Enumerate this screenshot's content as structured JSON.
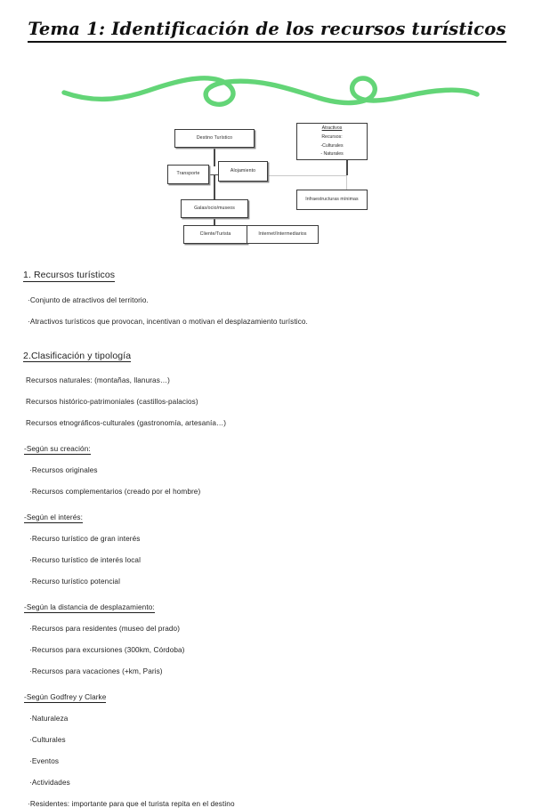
{
  "document": {
    "title": "Tema 1: Identificación de los recursos turísticos",
    "accent_green": "#63D577",
    "box_border": "#3a3a3a",
    "text_color": "#1f1f1f"
  },
  "ornament": {
    "name": "green-swirl-divider",
    "color": "#63D577"
  },
  "diagram": {
    "name": "tourism-destination-diagram",
    "boxes": [
      {
        "id": "destino",
        "label": "Destino Turístico"
      },
      {
        "id": "transporte",
        "label": "Transporte"
      },
      {
        "id": "alojamiento",
        "label": "Alojamiento"
      },
      {
        "id": "galas",
        "label": "Galas/ocio/museos"
      },
      {
        "id": "cliente",
        "label": "Cliente/Turista"
      },
      {
        "id": "internet",
        "label": "Internet/Intermediarios"
      },
      {
        "id": "infra",
        "label": "Infraestructuras mínimas"
      }
    ],
    "atractivos_box": {
      "heading": "Atractivos",
      "lines": [
        "Recursos:",
        "-Culturales",
        "- Naturales"
      ]
    }
  },
  "sections": [
    {
      "heading": "1. Recursos turísticos",
      "lines": [
        "·Conjunto de atractivos del territorio.",
        "·Atractivos turísticos que provocan, incentivan o motivan el desplazamiento turístico."
      ]
    },
    {
      "heading": "2.Clasificación y tipología",
      "lines": [
        "Recursos naturales: (montañas, llanuras…)",
        "Recursos histórico-patrimoniales (castillos-palacios)",
        "Recursos etnográficos-culturales (gastronomía, artesanía…)"
      ],
      "subsections": [
        {
          "heading": "-Según su creación:",
          "items": [
            "·Recursos originales",
            "·Recursos complementarios (creado por el hombre)"
          ]
        },
        {
          "heading": "-Según el interés:",
          "items": [
            "·Recurso turístico de gran interés",
            "·Recurso turístico de interés local",
            "·Recurso turístico potencial"
          ]
        },
        {
          "heading": "-Según la distancia de desplazamiento:",
          "items": [
            "·Recursos para residentes (museo del prado)",
            "·Recursos para excursiones (300km, Córdoba)",
            "·Recursos para vacaciones (+km, Paris)"
          ]
        },
        {
          "heading": "-Según Godfrey y Clarke",
          "items": [
            "·Naturaleza",
            "·Culturales",
            "·Eventos",
            "·Actividades",
            "·Residentes: importante para que el turista repita en el destino"
          ]
        }
      ]
    }
  ]
}
